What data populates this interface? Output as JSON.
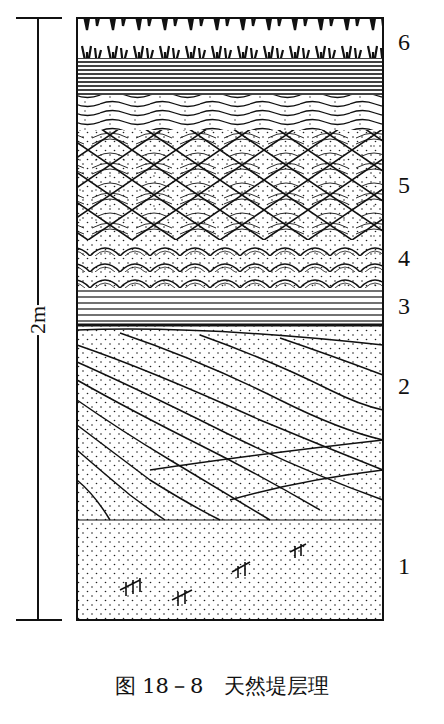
{
  "diagram": {
    "caption": "图 18－8　天然堤层理",
    "labels": [
      "6",
      "5",
      "4",
      "3",
      "2",
      "1",
      "2m"
    ]
  }
}
